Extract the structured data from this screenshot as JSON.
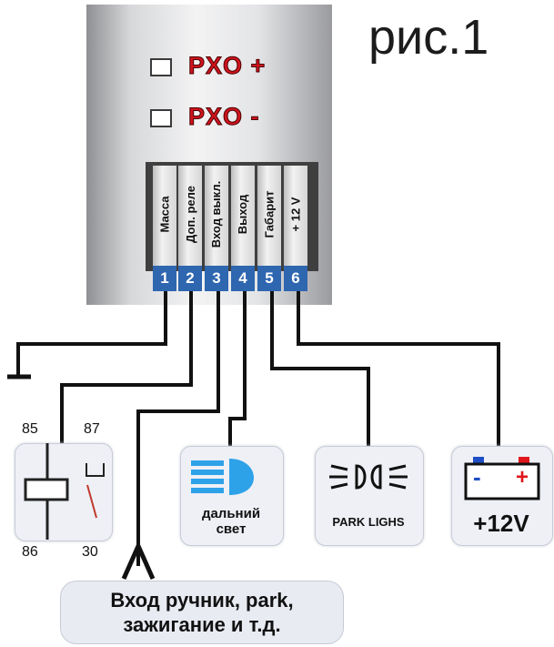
{
  "figure_label": "рис.1",
  "device": {
    "indicators": [
      {
        "label": "PXO",
        "sign": "+"
      },
      {
        "label": "PXO",
        "sign": "-"
      }
    ],
    "pins": [
      {
        "number": "1",
        "name": "Масса"
      },
      {
        "number": "2",
        "name": "Доп. реле"
      },
      {
        "number": "3",
        "name": "Вход выкл."
      },
      {
        "number": "4",
        "name": "Выход"
      },
      {
        "number": "5",
        "name": "Габарит"
      },
      {
        "number": "6",
        "name": "+ 12 V"
      }
    ]
  },
  "relay": {
    "pin_85": "85",
    "pin_87": "87",
    "pin_86": "86",
    "pin_30": "30"
  },
  "headlight": {
    "line1": "дальний",
    "line2": "свет",
    "icon": "high-beam-icon",
    "color": "#2ea2e8"
  },
  "park_lights": {
    "label": "PARK LIGHS",
    "icon": "park-lights-icon"
  },
  "battery": {
    "minus": "-",
    "plus": "+",
    "label": "+12V",
    "icon": "battery-icon",
    "minus_color": "#1f4fc7",
    "plus_color": "#e0161c"
  },
  "input_note": {
    "line1": "Вход ручник, park,",
    "line2": "зажигание и т.д."
  }
}
